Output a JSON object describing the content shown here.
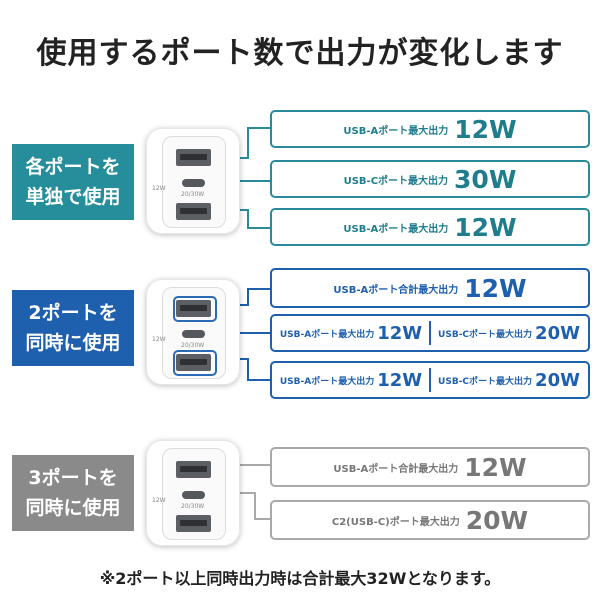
{
  "title": "使用するポート数で出力が変化します",
  "footnote": "※2ポート以上同時出力時は合計最大32Wとなります。",
  "colors": {
    "teal": "#268e9b",
    "blue": "#1e5fae",
    "gray": "#8a8a8a"
  },
  "charger_marks": {
    "left_mark": "12W",
    "center_mark": "20/30W"
  },
  "sections": [
    {
      "label_line1": "各ポートを",
      "label_line2": "単独で使用",
      "rows": [
        {
          "label": "USB-Aポート最大出力",
          "value": "12W"
        },
        {
          "label": "USB-Cポート最大出力",
          "value": "30W"
        },
        {
          "label": "USB-Aポート最大出力",
          "value": "12W"
        }
      ]
    },
    {
      "label_line1": "2ポートを",
      "label_line2": "同時に使用",
      "combined": {
        "label": "USB-Aポート合計最大出力",
        "value": "12W"
      },
      "pair1": {
        "left": {
          "label": "USB-Aポート最大出力",
          "value": "12W"
        },
        "right": {
          "label": "USB-Cポート最大出力",
          "value": "20W"
        }
      },
      "pair2": {
        "left": {
          "label": "USB-Aポート最大出力",
          "value": "12W"
        },
        "right": {
          "label": "USB-Cポート最大出力",
          "value": "20W"
        }
      }
    },
    {
      "label_line1": "3ポートを",
      "label_line2": "同時に使用",
      "rows": [
        {
          "label": "USB-Aポート合計最大出力",
          "value": "12W"
        },
        {
          "label": "C2(USB-C)ポート最大出力",
          "value": "20W"
        }
      ]
    }
  ]
}
